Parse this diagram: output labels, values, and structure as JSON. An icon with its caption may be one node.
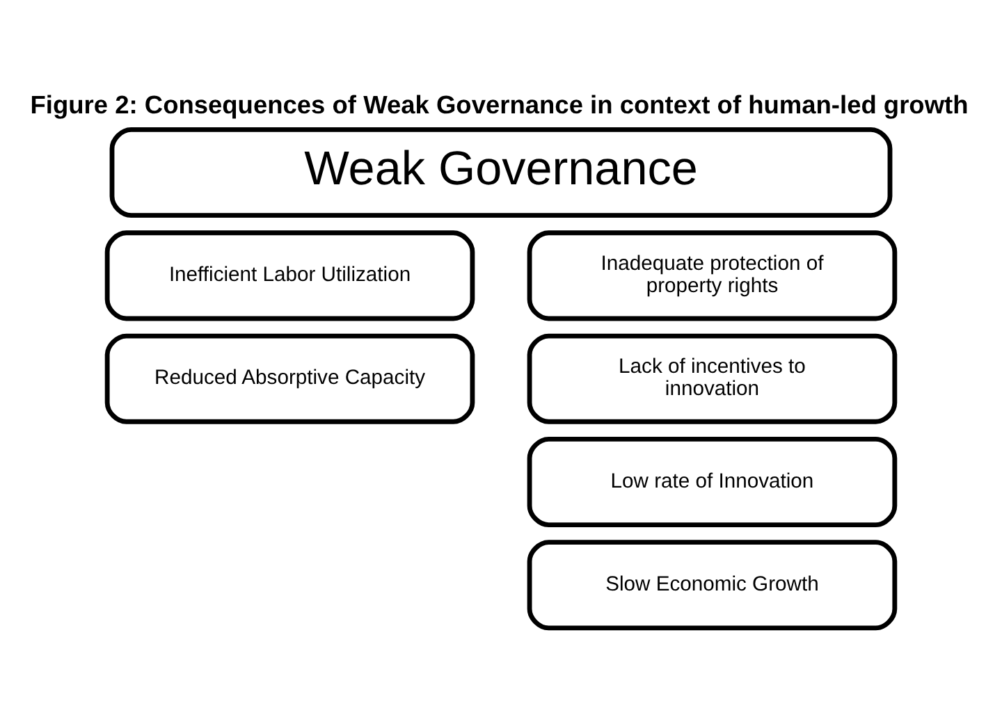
{
  "diagram": {
    "title": "Figure 2: Consequences of Weak Governance in context of human-led growth",
    "nodes": [
      {
        "text": [
          "Weak Governance"
        ]
      },
      {
        "text": [
          "Inefficient Labor Utilization"
        ]
      },
      {
        "text": [
          "Inadequate protection of property rights"
        ]
      },
      {
        "text": [
          "Reduced Absorptive Capacity"
        ]
      },
      {
        "text": [
          "Lack of incentives to innovation"
        ]
      },
      {
        "text": [
          "Low rate of Innovation"
        ]
      },
      {
        "text": [
          "Slow Economic Growth"
        ]
      }
    ],
    "edges": []
  }
}
